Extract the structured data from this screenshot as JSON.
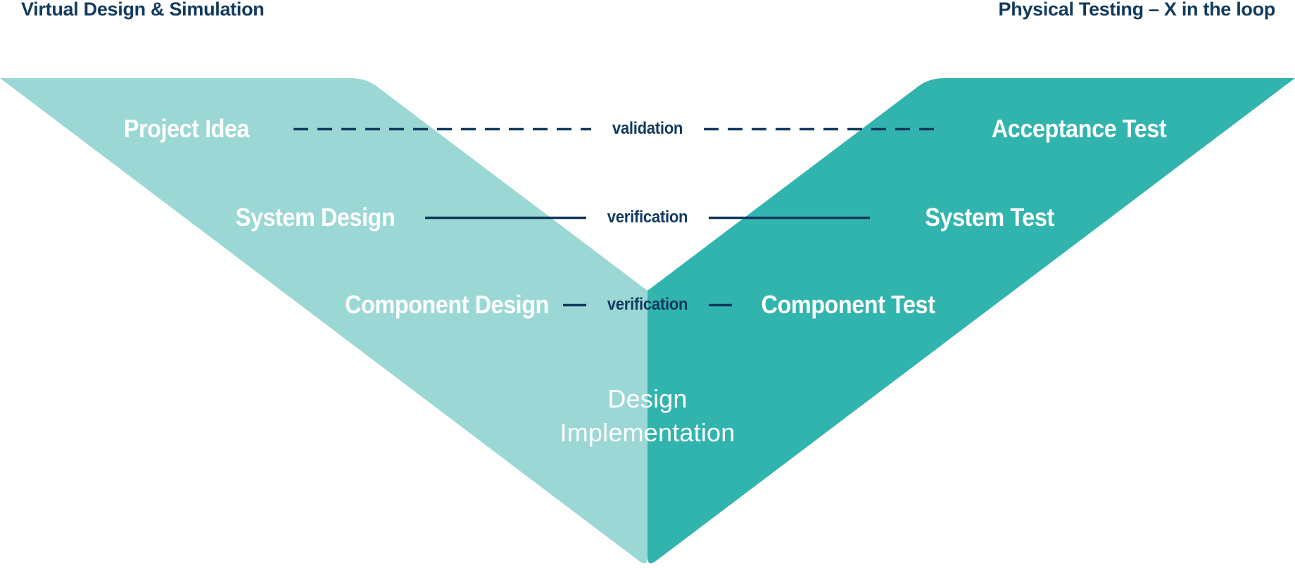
{
  "diagram": {
    "title_left": "Virtual Design & Simulation",
    "title_right": "Physical Testing – X in the loop",
    "rows": [
      {
        "left": "Project Idea",
        "connector": "validation",
        "right": "Acceptance Test",
        "connector_style": "dashed"
      },
      {
        "left": "System Design",
        "connector": "verification",
        "right": "System Test",
        "connector_style": "solid"
      },
      {
        "left": "Component Design",
        "connector": "verification",
        "right": "Component Test",
        "connector_style": "solid"
      }
    ],
    "apex": {
      "line1": "Design",
      "line2": "Implementation"
    },
    "colors": {
      "left_band": "#9BD8D5",
      "right_band": "#32B4AE",
      "navy": "#113A5E",
      "label_text": "#FFFFFF"
    }
  }
}
